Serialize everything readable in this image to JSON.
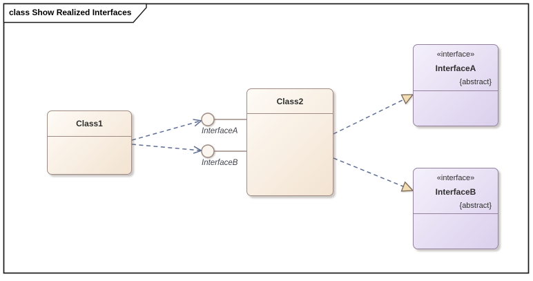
{
  "frame": {
    "label": "class Show Realized Interfaces"
  },
  "nodes": {
    "class1": {
      "name": "Class1"
    },
    "class2": {
      "name": "Class2"
    },
    "interfaceA": {
      "stereotype": "«interface»",
      "name": "InterfaceA",
      "constraint": "{abstract}"
    },
    "interfaceB": {
      "stereotype": "«interface»",
      "name": "InterfaceB",
      "constraint": "{abstract}"
    }
  },
  "lollipops": {
    "a": {
      "label": "InterfaceA"
    },
    "b": {
      "label": "InterfaceB"
    }
  },
  "colors": {
    "frame_border": "#1a1a1a",
    "class_fill_light": "#fefbf6",
    "class_fill_dark": "#f3e3d1",
    "class_border": "#9d8b84",
    "interface_fill_light": "#f4f0fb",
    "interface_fill_dark": "#dbd0ed",
    "interface_border": "#93819e",
    "connector": "#5d6d93",
    "lollipop_fill": "#fbf7f0",
    "realize_head_fill": "#f2dcb4",
    "realize_head_stroke": "#776753",
    "title_text": "#2e2e2e",
    "label_text": "#41434d"
  }
}
